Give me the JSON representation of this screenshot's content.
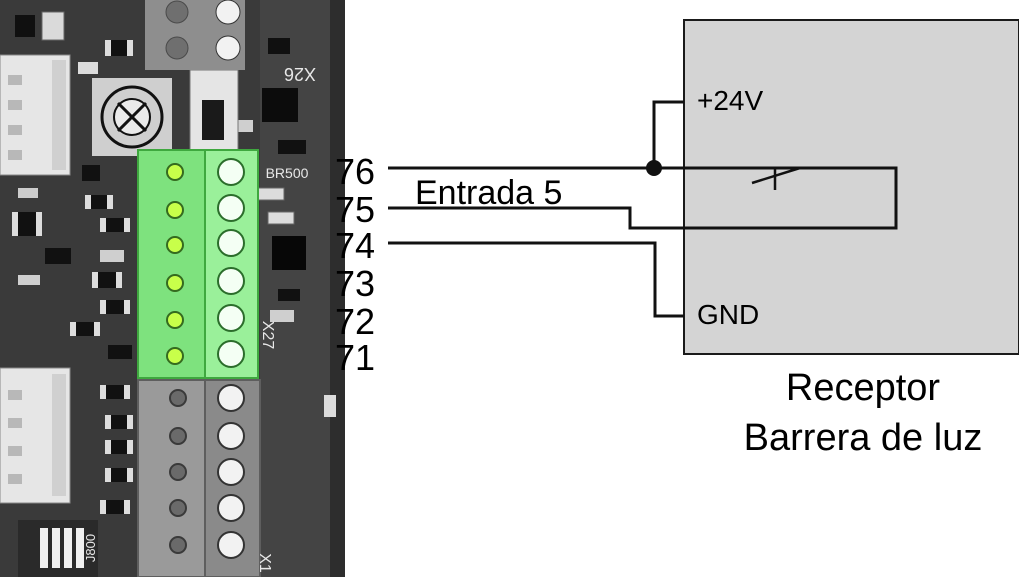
{
  "terminals": [
    {
      "number": "76"
    },
    {
      "number": "75"
    },
    {
      "number": "74"
    },
    {
      "number": "73"
    },
    {
      "number": "72"
    },
    {
      "number": "71"
    }
  ],
  "wire_label": "Entrada 5",
  "receiver": {
    "pin_power": "+24V",
    "pin_ground": "GND",
    "caption_line1": "Receptor",
    "caption_line2": "Barrera de luz"
  },
  "board_silkscreen": {
    "x26": "X26",
    "br500": "BR500",
    "x27": "X27",
    "x1": "X1",
    "jumper": "J800"
  },
  "colors": {
    "board": "#3a3a3a",
    "terminal_green": "#7ee27e",
    "terminal_gray": "#9a9a9a",
    "receiver_box": "#d4d4d4",
    "wire": "#111111"
  }
}
